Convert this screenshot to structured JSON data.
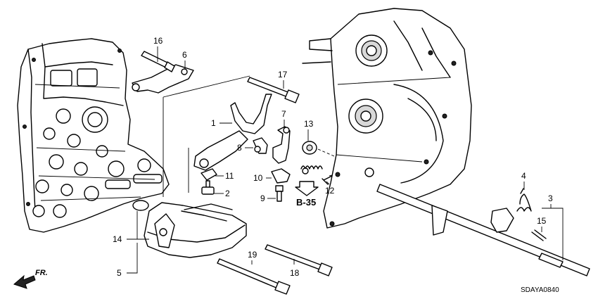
{
  "parts": [
    {
      "id": "p1",
      "label": "1"
    },
    {
      "id": "p2",
      "label": "2"
    },
    {
      "id": "p3",
      "label": "3"
    },
    {
      "id": "p4",
      "label": "4"
    },
    {
      "id": "p5",
      "label": "5"
    },
    {
      "id": "p6",
      "label": "6"
    },
    {
      "id": "p7",
      "label": "7"
    },
    {
      "id": "p8",
      "label": "8"
    },
    {
      "id": "p9",
      "label": "9"
    },
    {
      "id": "p10",
      "label": "10"
    },
    {
      "id": "p11",
      "label": "11"
    },
    {
      "id": "p12",
      "label": "12"
    },
    {
      "id": "p13",
      "label": "13"
    },
    {
      "id": "p14",
      "label": "14"
    },
    {
      "id": "p15",
      "label": "15"
    },
    {
      "id": "p16",
      "label": "16"
    },
    {
      "id": "p17",
      "label": "17"
    },
    {
      "id": "p18",
      "label": "18"
    },
    {
      "id": "p19",
      "label": "19"
    }
  ],
  "reference": "B-35",
  "direction": "FR.",
  "diagram_code": "SDAYA0840"
}
